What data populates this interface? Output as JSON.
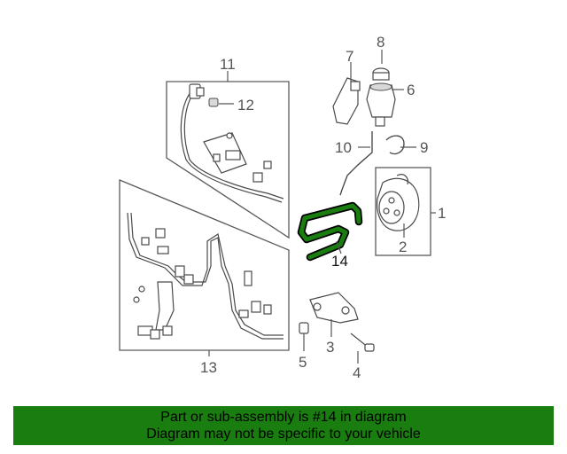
{
  "callouts": {
    "c1": "1",
    "c2": "2",
    "c3": "3",
    "c4": "4",
    "c5": "5",
    "c6": "6",
    "c7": "7",
    "c8": "8",
    "c9": "9",
    "c10": "10",
    "c11": "11",
    "c12": "12",
    "c13": "13",
    "c14": "14"
  },
  "highlight_color": "#1a7d10",
  "footer": {
    "line1": "Part or sub-assembly is #14 in diagram",
    "line2": "Diagram may not be specific to your vehicle",
    "background": "#1a7d10"
  }
}
